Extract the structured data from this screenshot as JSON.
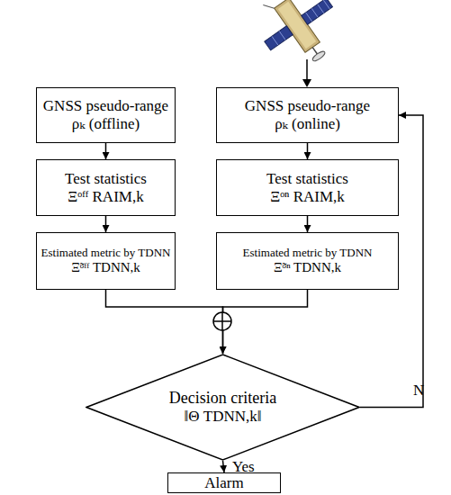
{
  "diagram": {
    "nodes": [
      {
        "text": [
          "GNSS pseudo-range",
          "ρₖ (offline)"
        ]
      },
      {
        "text": [
          "Test statistics",
          "Ξᵒᶠᶠ RAIM,k"
        ]
      },
      {
        "text": [
          "Estimated metric by TDNN",
          "Ξ̃ᵒᶠᶠ TDNN,k"
        ]
      },
      {
        "text": [
          "GNSS pseudo-range",
          "ρₖ (online)"
        ]
      },
      {
        "text": [
          "Test statistics",
          "Ξᵒⁿ RAIM,k"
        ]
      },
      {
        "text": [
          "Estimated metric by TDNN",
          "Ξ̃ᵒⁿ TDNN,k"
        ]
      },
      {
        "text": [
          "Decision criteria",
          "‖Θ TDNN,k‖"
        ]
      },
      {
        "text": [
          "Alarm"
        ]
      }
    ],
    "edges": [
      {
        "from": 0,
        "to": 1,
        "arrow": "to"
      },
      {
        "from": 1,
        "to": 2,
        "arrow": "to"
      },
      {
        "from": 3,
        "to": 4,
        "arrow": "to"
      },
      {
        "from": 4,
        "to": 5,
        "arrow": "to"
      },
      {
        "from": 2,
        "to": 6,
        "arrow": "to"
      },
      {
        "from": 5,
        "to": 6,
        "arrow": "to"
      },
      {
        "from": 6,
        "to": 3,
        "label": "N",
        "arrow": "to"
      },
      {
        "from": 6,
        "to": 7,
        "label": "Yes",
        "arrow": "to"
      }
    ]
  }
}
